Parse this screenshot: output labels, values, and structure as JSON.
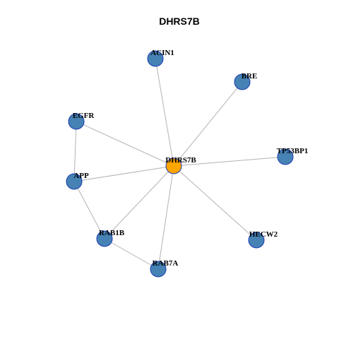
{
  "title": "DHRS7B",
  "colors": {
    "center_node": "#FFA500",
    "node": "#4682B4",
    "node_border": "#1a3bb3",
    "edge": "#b3b3b3"
  },
  "nodes": [
    {
      "id": "DHRS7B",
      "label": "DHRS7B",
      "center": true
    },
    {
      "id": "ACIN1",
      "label": "ACIN1"
    },
    {
      "id": "BRE",
      "label": "BRE"
    },
    {
      "id": "EGFR",
      "label": "EGFR"
    },
    {
      "id": "TP53BP1",
      "label": "TP53BP1"
    },
    {
      "id": "APP",
      "label": "APP"
    },
    {
      "id": "RAB1B",
      "label": "RAB1B"
    },
    {
      "id": "HECW2",
      "label": "HECW2"
    },
    {
      "id": "RAB7A",
      "label": "RAB7A"
    }
  ],
  "edges": [
    [
      "DHRS7B",
      "ACIN1"
    ],
    [
      "DHRS7B",
      "BRE"
    ],
    [
      "DHRS7B",
      "EGFR"
    ],
    [
      "DHRS7B",
      "TP53BP1"
    ],
    [
      "DHRS7B",
      "APP"
    ],
    [
      "DHRS7B",
      "RAB1B"
    ],
    [
      "DHRS7B",
      "HECW2"
    ],
    [
      "DHRS7B",
      "RAB7A"
    ],
    [
      "EGFR",
      "APP"
    ],
    [
      "APP",
      "RAB1B"
    ],
    [
      "RAB1B",
      "RAB7A"
    ]
  ]
}
